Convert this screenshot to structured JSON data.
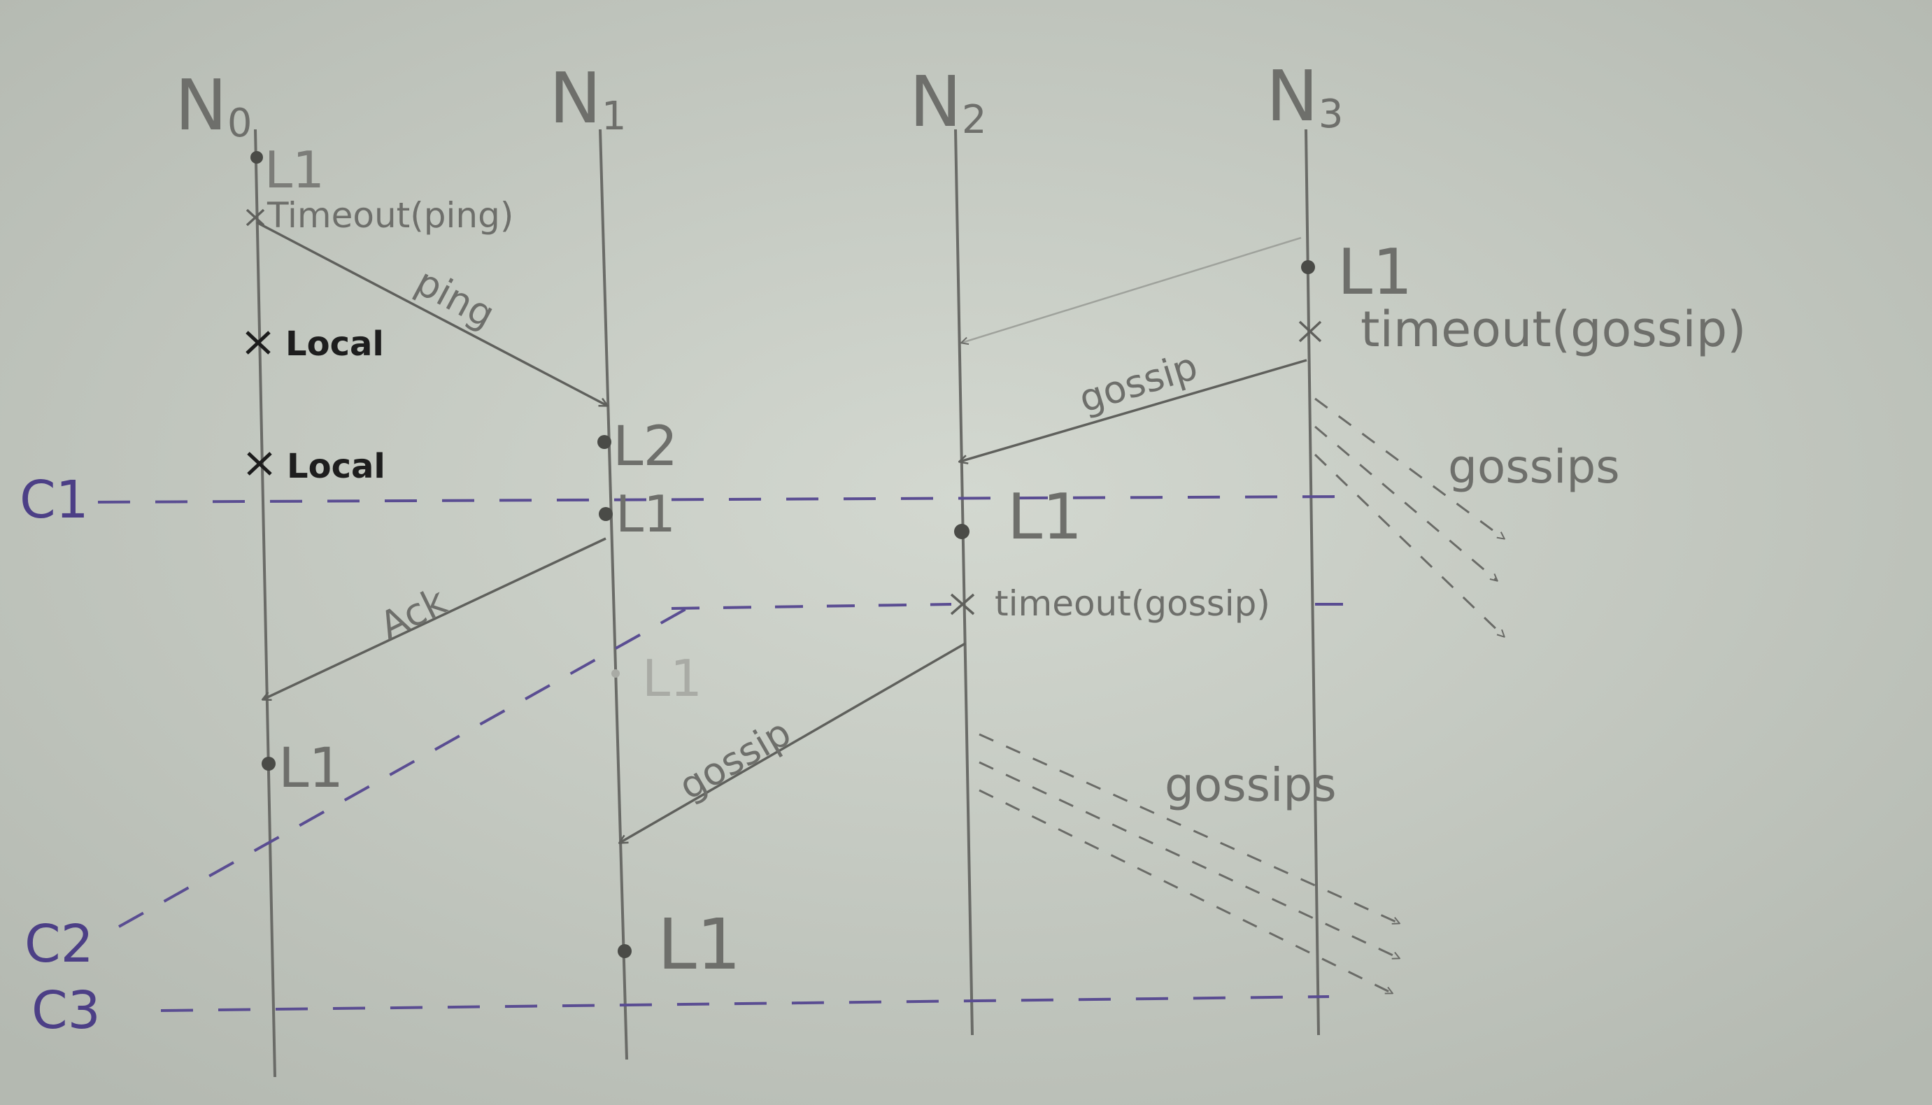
{
  "nodes": [
    {
      "label": "N",
      "sub": "0"
    },
    {
      "label": "N",
      "sub": "1"
    },
    {
      "label": "N",
      "sub": "2"
    },
    {
      "label": "N",
      "sub": "3"
    }
  ],
  "cuts": {
    "c1": "C1",
    "c2": "C2",
    "c3": "C3"
  },
  "events": {
    "n0_l1_top": "L1",
    "n0_timeout": "Timeout(ping)",
    "n0_local_1": "Local",
    "n0_local_2": "Local",
    "n0_l1_bottom": "L1",
    "n1_l2": "L2",
    "n1_l1_first": "L1",
    "n1_l1_faint": "L1",
    "n1_l1_bottom": "L1",
    "n2_l1": "L1",
    "n2_timeout": "timeout(gossip)",
    "n3_l1": "L1",
    "n3_timeout": "timeout(gossip)"
  },
  "messages": {
    "ping": "ping",
    "ack": "Ack",
    "gossip_n3_n2": "gossip",
    "gossip_n2_n1": "gossip",
    "gossips_from_n3": "gossips",
    "gossips_from_n2": "gossips"
  }
}
